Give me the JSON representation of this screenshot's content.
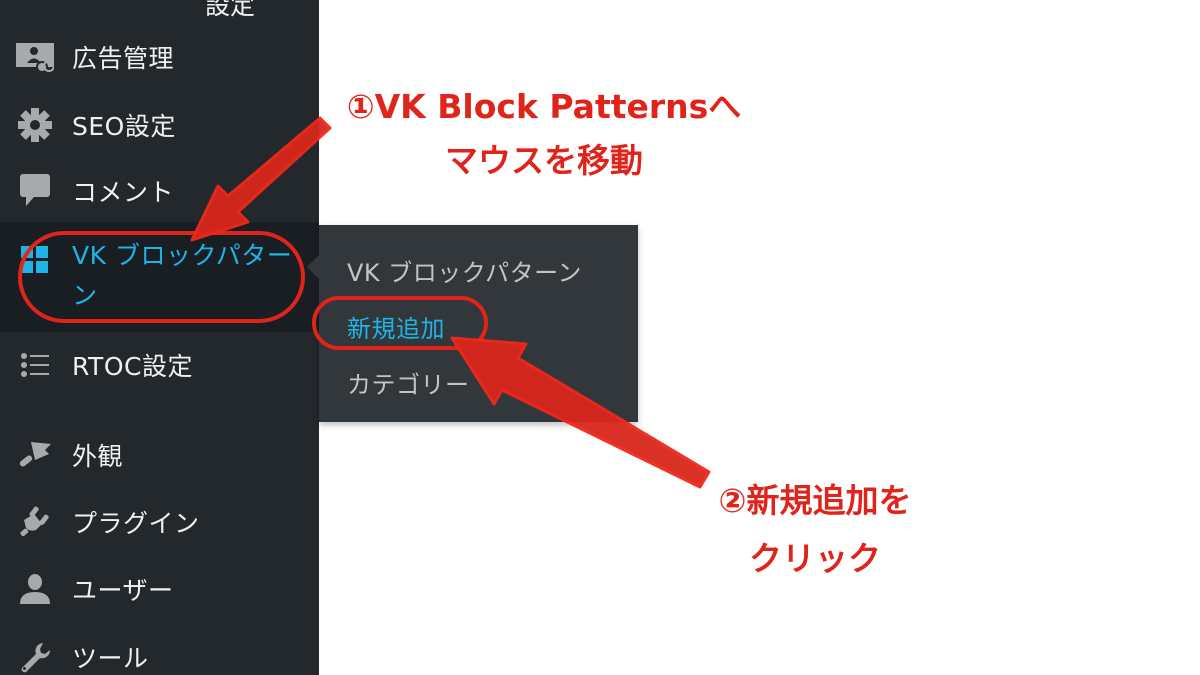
{
  "sidebar": {
    "partial_top_label": "設定",
    "items": [
      {
        "id": "ads",
        "label": "広告管理",
        "icon": "ad-management-icon"
      },
      {
        "id": "seo",
        "label": "SEO設定",
        "icon": "gear-icon"
      },
      {
        "id": "comments",
        "label": "コメント",
        "icon": "comment-bubble-icon"
      },
      {
        "id": "vk-block-patterns",
        "label": "VK ブロックパターン",
        "icon": "grid-blocks-icon",
        "active": true
      },
      {
        "id": "rtoc",
        "label": "RTOC設定",
        "icon": "list-icon"
      },
      {
        "id": "appearance",
        "label": "外観",
        "icon": "paintbrush-icon"
      },
      {
        "id": "plugins",
        "label": "プラグイン",
        "icon": "plugin-plug-icon"
      },
      {
        "id": "users",
        "label": "ユーザー",
        "icon": "user-icon"
      },
      {
        "id": "tools",
        "label": "ツール",
        "icon": "wrench-icon"
      }
    ]
  },
  "submenu": {
    "items": [
      {
        "label": "VK ブロックパターン"
      },
      {
        "label": "新規追加",
        "current": true
      },
      {
        "label": "カテゴリー"
      }
    ]
  },
  "annotations": {
    "step1_line1": "①VK Block Patternsへ",
    "step1_line2": "マウスを移動",
    "step2_line1": "②新規追加を",
    "step2_line2": "クリック"
  },
  "colors": {
    "sidebar_bg": "#23282d",
    "active_bg": "#191e23",
    "submenu_bg": "#32373c",
    "accent_blue": "#1fb3e6",
    "annotation_red": "#e0241b"
  }
}
